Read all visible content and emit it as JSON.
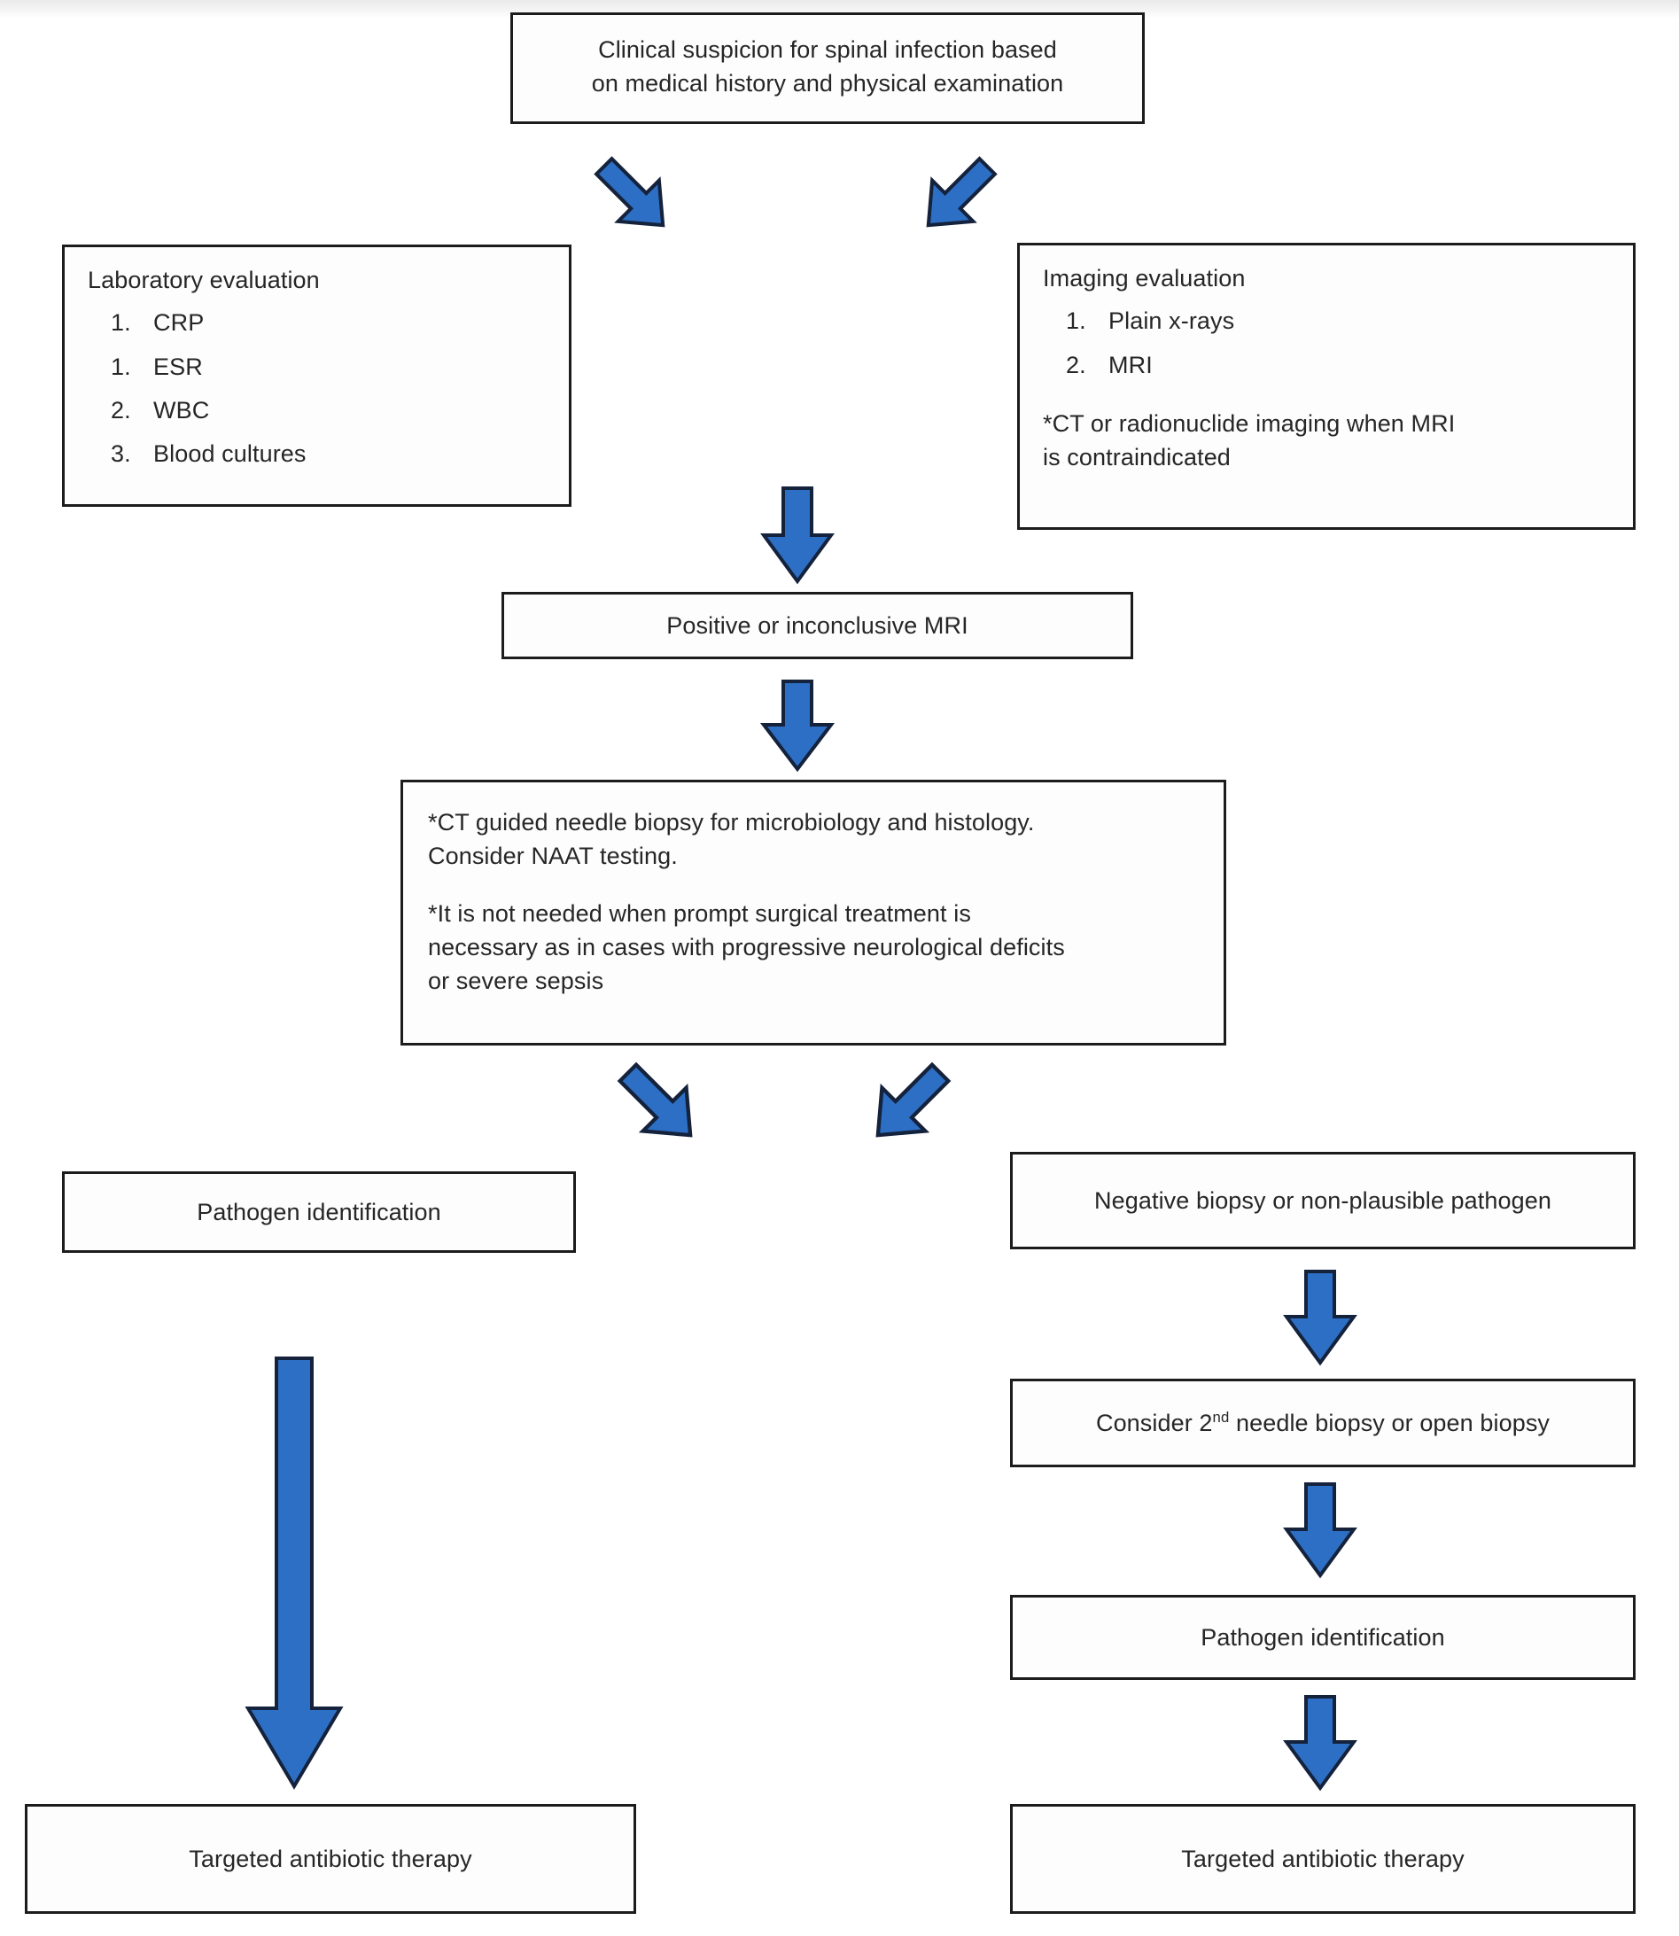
{
  "figure": {
    "type": "clinical-algorithm-flowchart",
    "subject": "Diagnostic workup for suspected spinal infection",
    "accent_color": "#2D6FC4",
    "arrow_outline_color": "#14223c",
    "box_border_color": "#1c1c1c",
    "text_color": "#262626"
  },
  "nodes": {
    "clinical_suspicion": {
      "line1": "Clinical suspicion for spinal infection based",
      "line2": "on medical history and physical examination"
    },
    "laboratory": {
      "title": "Laboratory evaluation",
      "items": [
        {
          "num": "1.",
          "label": "CRP"
        },
        {
          "num": "1.",
          "label": "ESR"
        },
        {
          "num": "2.",
          "label": "WBC"
        },
        {
          "num": "3.",
          "label": "Blood cultures"
        }
      ]
    },
    "imaging": {
      "title": "Imaging evaluation",
      "items": [
        {
          "num": "1.",
          "label": "Plain x-rays"
        },
        {
          "num": "2.",
          "label": "MRI"
        }
      ],
      "note_line1": "*CT or radionuclide imaging when MRI",
      "note_line2": "is contraindicated"
    },
    "mri_result": {
      "label": "Positive or inconclusive MRI"
    },
    "biopsy": {
      "para1_line1": "*CT guided needle biopsy for microbiology and histology.",
      "para1_line2": "Consider NAAT testing.",
      "para2_line1": "*It is not needed when prompt surgical treatment is",
      "para2_line2": "necessary as in cases with progressive neurological deficits",
      "para2_line3": "or severe sepsis"
    },
    "pathogen_left": {
      "label": "Pathogen identification"
    },
    "negative_biopsy": {
      "label": "Negative biopsy or non-plausible pathogen"
    },
    "second_biopsy": {
      "label_before": "Consider 2",
      "label_sup": "nd",
      "label_after": " needle biopsy or open biopsy"
    },
    "pathogen_right": {
      "label": "Pathogen identification"
    },
    "therapy_left": {
      "label": "Targeted antibiotic therapy"
    },
    "therapy_right": {
      "label": "Targeted antibiotic therapy"
    }
  },
  "arrows": [
    {
      "name": "suspicion-to-laboratory",
      "direction": "down-left-diagonal"
    },
    {
      "name": "suspicion-to-imaging",
      "direction": "down-right-diagonal"
    },
    {
      "name": "evaluation-to-mri-result",
      "direction": "down"
    },
    {
      "name": "mri-result-to-biopsy",
      "direction": "down"
    },
    {
      "name": "biopsy-to-pathogen-left",
      "direction": "down-left-diagonal"
    },
    {
      "name": "biopsy-to-negative-biopsy",
      "direction": "down-right-diagonal"
    },
    {
      "name": "pathogen-left-to-therapy-left",
      "direction": "down-long"
    },
    {
      "name": "negative-biopsy-to-second-biopsy",
      "direction": "down"
    },
    {
      "name": "second-biopsy-to-pathogen-right",
      "direction": "down"
    },
    {
      "name": "pathogen-right-to-therapy-right",
      "direction": "down"
    }
  ]
}
